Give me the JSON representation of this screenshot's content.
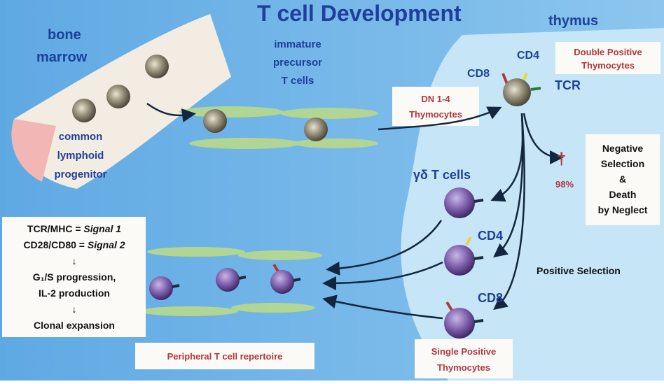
{
  "title": "T cell Development",
  "labels": {
    "bone_marrow": [
      "bone",
      "marrow"
    ],
    "thymus": "thymus",
    "immature": [
      "immature",
      "precursor",
      "T cells"
    ],
    "clp": [
      "common",
      "lymphoid",
      "progenitor"
    ],
    "cd8_top": "CD8",
    "cd4_top": "CD4",
    "tcr": "TCR",
    "double_positive": [
      "Double Positive",
      "Thymocytes"
    ],
    "dn": [
      "DN 1-4",
      "Thymocytes"
    ],
    "dagger": "†",
    "percent": "98%",
    "negative": [
      "Negative",
      "Selection",
      "&",
      "Death",
      "by Neglect"
    ],
    "gd": "γδ T cells",
    "cd4_sp": "CD4",
    "cd8_sp": "CD8",
    "positive": "Positive Selection",
    "single_positive": [
      "Single Positive",
      "Thymocytes"
    ],
    "peripheral": "Peripheral T cell repertoire",
    "signal": [
      "TCR/MHC = ",
      "Signal 1",
      "CD28/CD80 = ",
      "Signal 2",
      "↓",
      "G₁/S progression,",
      "IL-2 production",
      "↓",
      "Clonal expansion"
    ]
  },
  "colors": {
    "title": "#1f3f9a",
    "red_text": "#b2363f",
    "cell_purple": "#7a5aa8",
    "cell_grey": "#8f8a78"
  }
}
